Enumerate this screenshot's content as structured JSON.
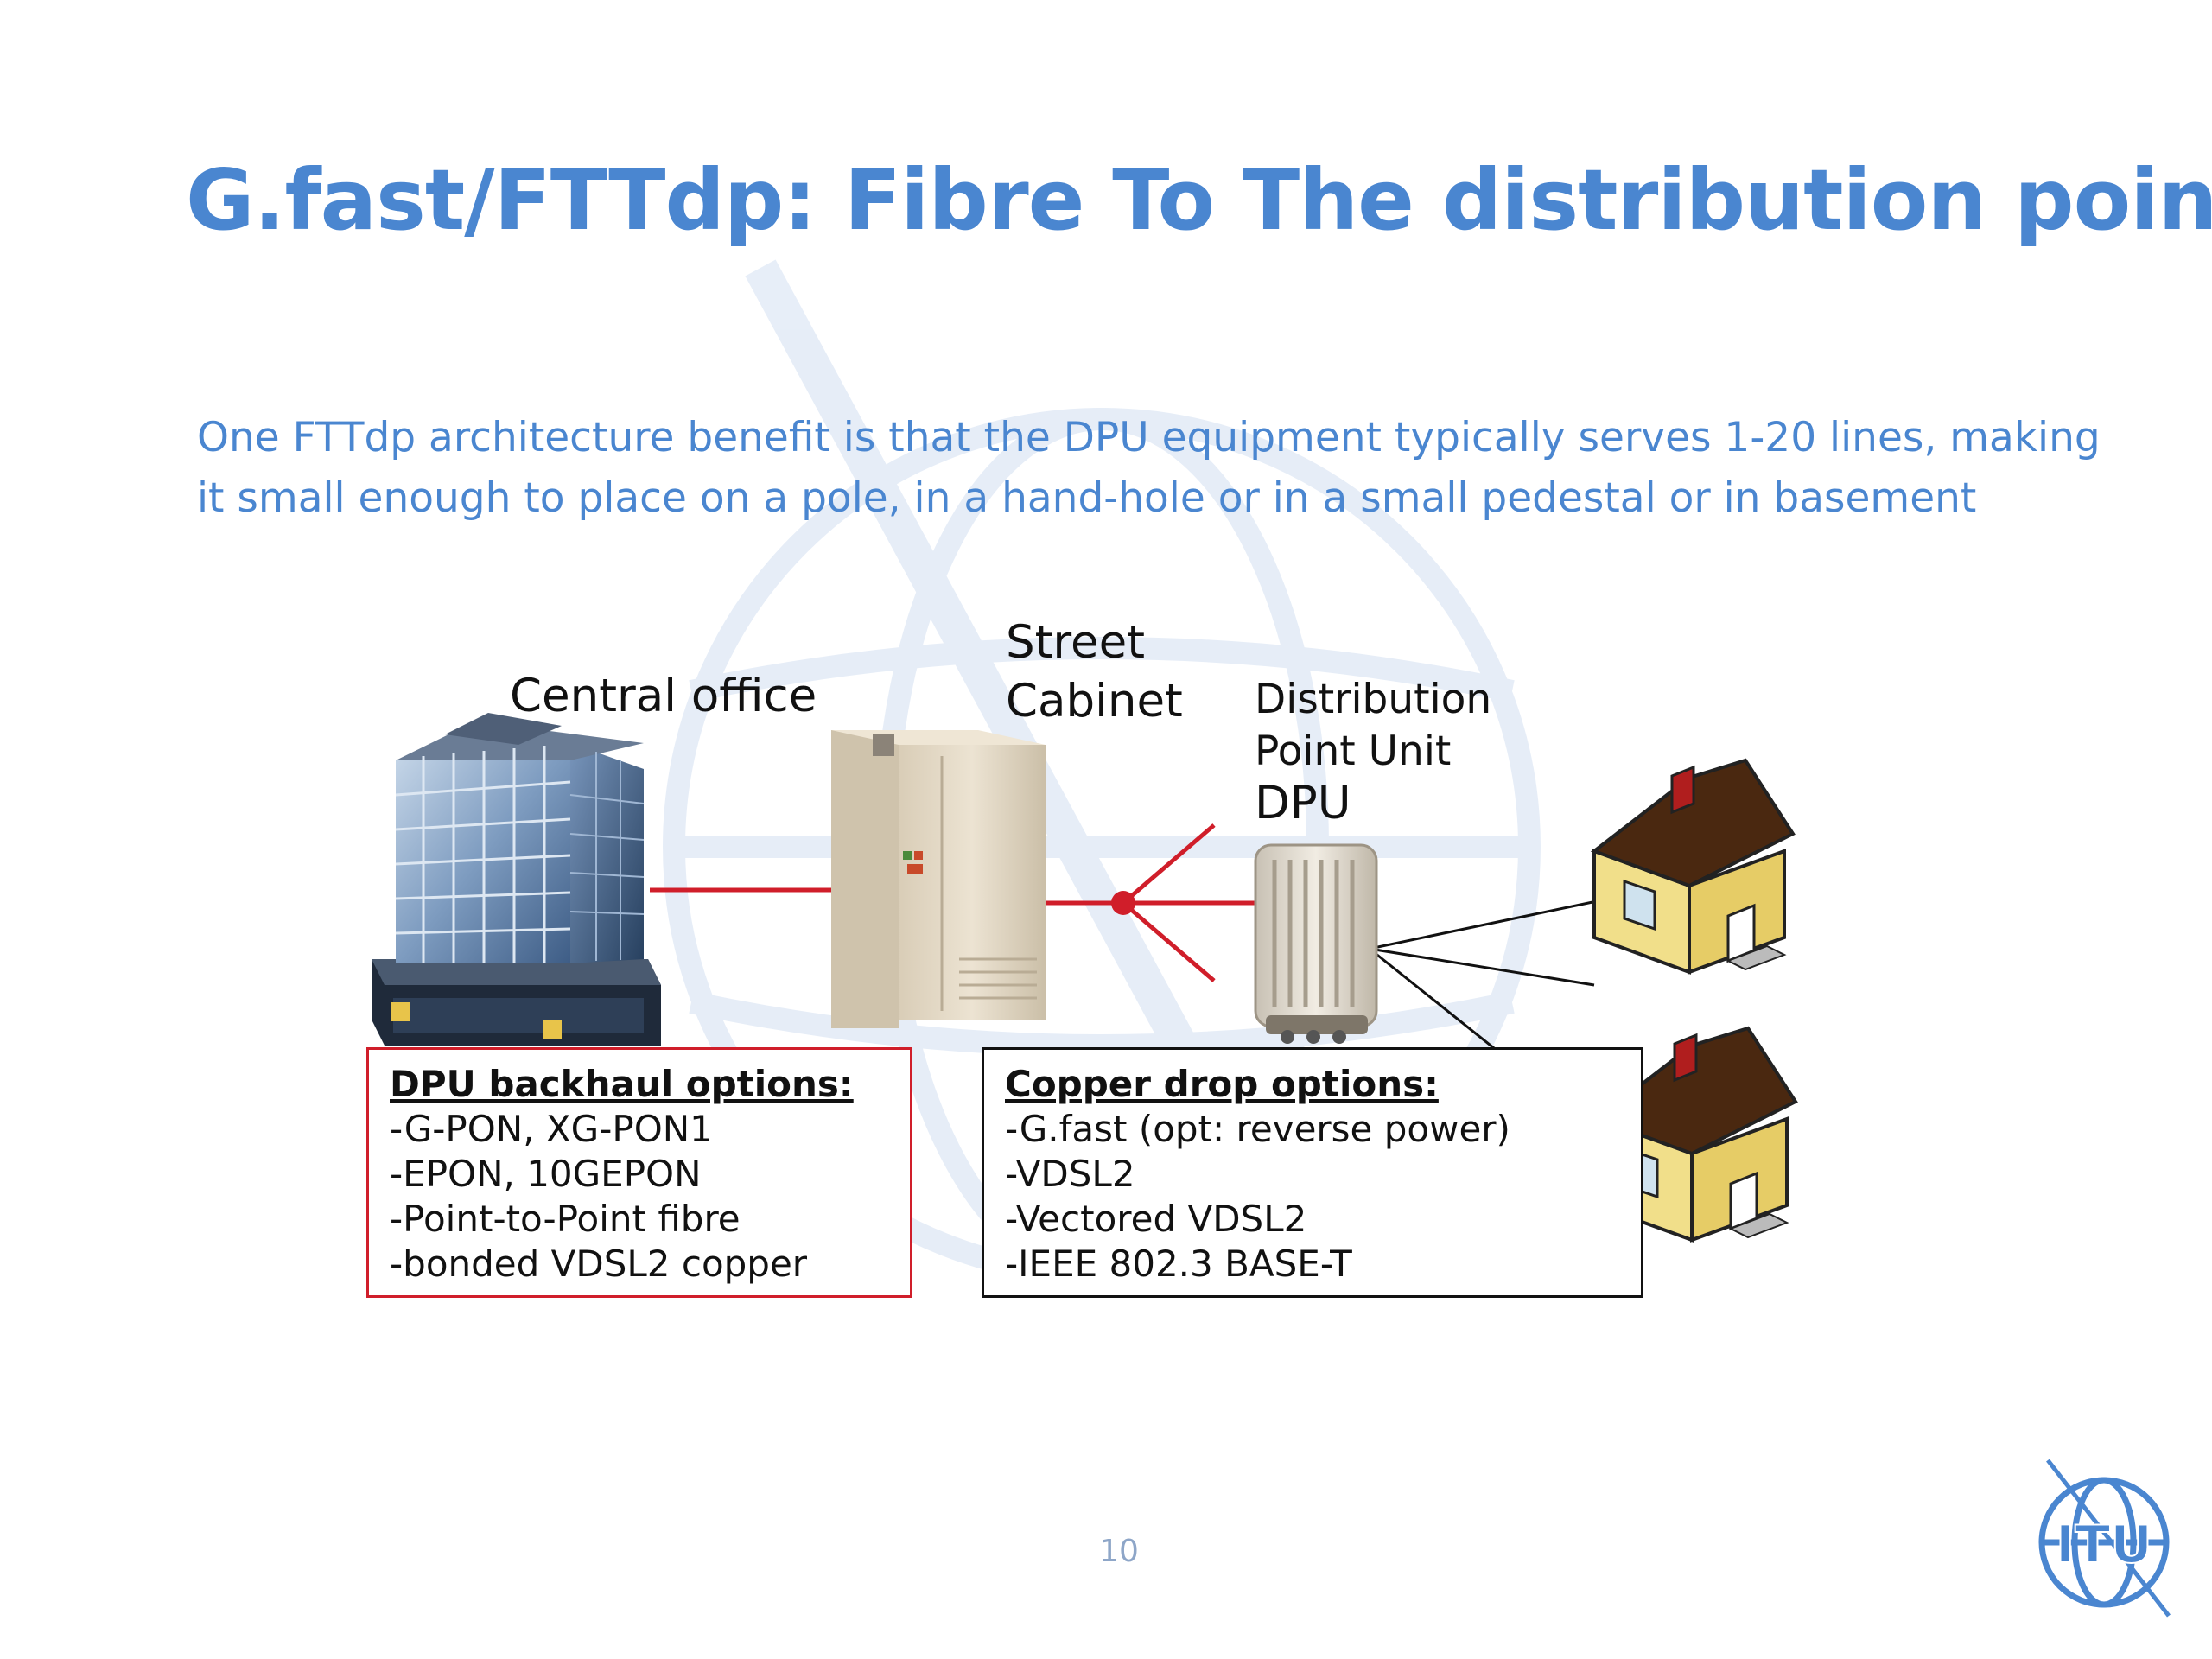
{
  "slide": {
    "title": "G.fast/FTTdp: Fibre To The distribution point",
    "intro_line1": "One FTTdp architecture benefit is that the DPU equipment typically serves 1-20 lines, making",
    "intro_line2": "it small enough to place on a pole, in a hand-hole or in a small pedestal or in basement",
    "page_number": "10"
  },
  "diagram": {
    "central_office_label": "Central office",
    "street_cabinet_line1": "Street",
    "street_cabinet_line2": "Cabinet",
    "dpu_line1": "Distribution",
    "dpu_line2": "Point Unit",
    "dpu_line3": "DPU"
  },
  "backhaul": {
    "heading": "DPU backhaul options:",
    "items": [
      "-G-PON, XG-PON1",
      "-EPON, 10GEPON",
      "-Point-to-Point fibre",
      "-bonded VDSL2 copper"
    ]
  },
  "copper": {
    "heading": "Copper drop options:",
    "items": [
      "-G.fast (opt: reverse power)",
      "-VDSL2",
      "-Vectored VDSL2",
      "-IEEE 802.3 BASE-T"
    ]
  },
  "logo": {
    "text": "ITU"
  },
  "colors": {
    "accent": "#4a86d0",
    "fibre": "#d01e2a",
    "copper": "#111111",
    "watermark": "#e4ecf7"
  }
}
